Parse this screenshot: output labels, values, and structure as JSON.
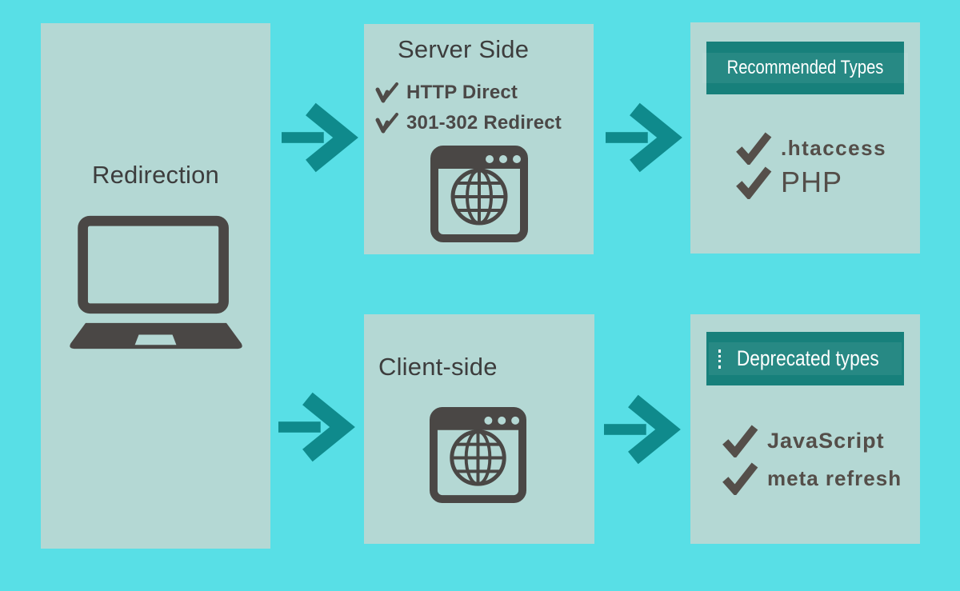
{
  "diagram_title": "Redirection",
  "colors": {
    "background": "#58dfe6",
    "panel": "#b4d8d4",
    "arrow": "#0f8a8c",
    "header_box": "#17807b",
    "header_text": "#ffffff",
    "dark_icon": "#4a4745",
    "title_text": "#3d3d3d",
    "check_mark": "#554f4a"
  },
  "left_panel": {
    "title": "Redirection"
  },
  "server_panel": {
    "title": "Server Side",
    "items": [
      {
        "label": "HTTP Direct"
      },
      {
        "label": "301-302 Redirect"
      }
    ]
  },
  "client_panel": {
    "title": "Client-side"
  },
  "recommended_panel": {
    "header": "Recommended Types",
    "items": [
      {
        "label": ".htaccess"
      },
      {
        "label": "PHP"
      }
    ]
  },
  "deprecated_panel": {
    "header": "Deprecated types",
    "items": [
      {
        "label": "JavaScript"
      },
      {
        "label": "meta refresh"
      }
    ]
  },
  "icons": {
    "laptop-icon": "css-svg-shape",
    "browser-window-icon": "css-svg-shape (window with globe)",
    "arrow-right-icon": "css-svg-shape (thick chevron arrow)",
    "scribble-check-icon": "✓",
    "bold-check-icon": "✔",
    "dots-decoration": "⁞"
  }
}
